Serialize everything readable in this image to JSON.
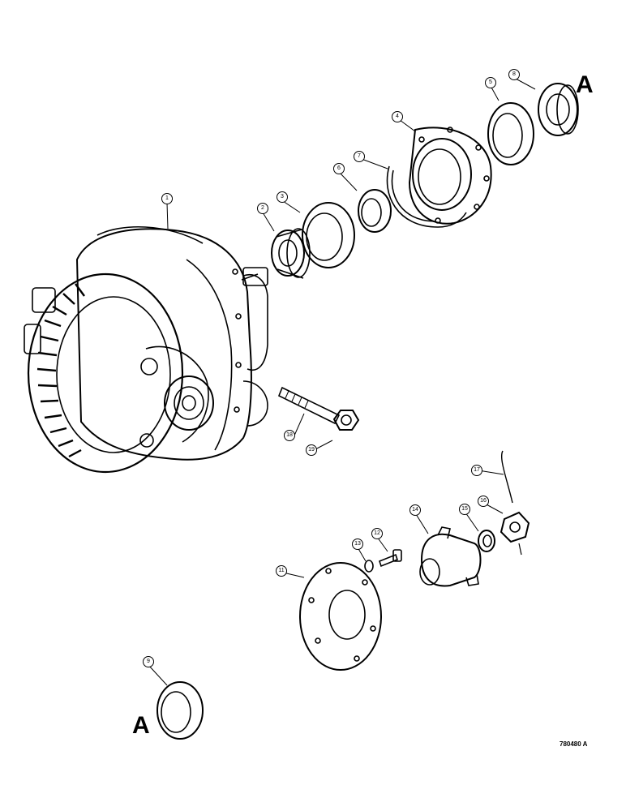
{
  "labels": {
    "ref_top": "A",
    "ref_bottom": "A",
    "figure_id": "780480 A"
  },
  "callouts": [
    "1",
    "2",
    "3",
    "4",
    "5",
    "6",
    "7",
    "8",
    "9",
    "11",
    "12",
    "13",
    "14",
    "15",
    "16",
    "17",
    "18",
    "19"
  ]
}
